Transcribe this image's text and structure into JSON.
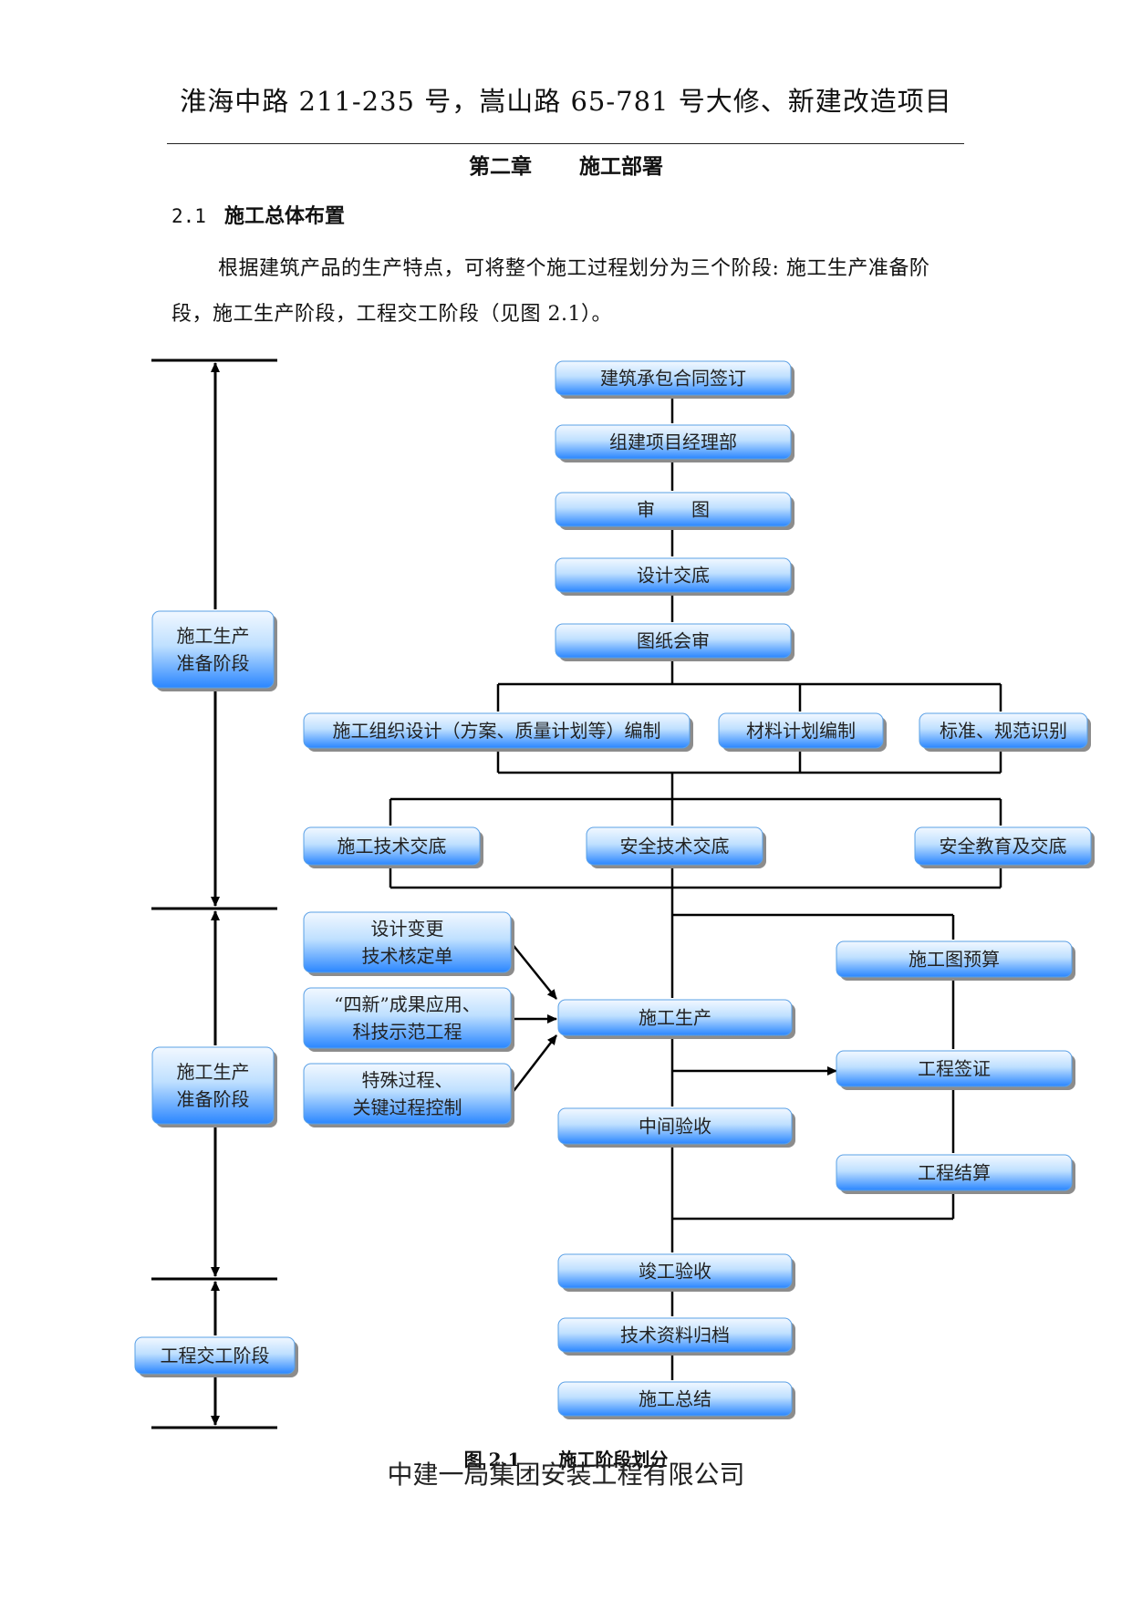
{
  "header": {
    "title": "淮海中路 211-235 号，嵩山路 65-781 号大修、新建改造项目"
  },
  "chapter": {
    "number": "第二章",
    "title": "施工部署"
  },
  "section": {
    "number": "2.1",
    "title": "施工总体布置"
  },
  "paragraph": "根据建筑产品的生产特点，可将整个施工过程划分为三个阶段: 施工生产准备阶段，施工生产阶段，工程交工阶段（见图 2.1）。",
  "diagram": {
    "phases": [
      {
        "id": "phase1",
        "lines": [
          "施工生产",
          "准备阶段"
        ]
      },
      {
        "id": "phase2",
        "lines": [
          "施工生产",
          "准备阶段"
        ]
      },
      {
        "id": "phase3",
        "lines": [
          "工程交工阶段"
        ]
      }
    ],
    "nodes": {
      "contract": "建筑承包合同签订",
      "pm": "组建项目经理部",
      "review": "审　　图",
      "design_brief": "设计交底",
      "drawing_review": "图纸会审",
      "org_design": "施工组织设计（方案、质量计划等）编制",
      "material_plan": "材料计划编制",
      "standards": "标准、规范识别",
      "tech_brief": "施工技术交底",
      "safety_tech": "安全技术交底",
      "safety_edu": "安全教育及交底",
      "design_change": [
        "设计变更",
        "技术核定单"
      ],
      "four_new": [
        "“四新”成果应用、",
        "科技示范工程"
      ],
      "special_process": [
        "特殊过程、",
        "关键过程控制"
      ],
      "production": "施工生产",
      "mid_accept": "中间验收",
      "budget": "施工图预算",
      "visa": "工程签证",
      "settlement": "工程结算",
      "completion": "竣工验收",
      "archive": "技术资料归档",
      "summary": "施工总结"
    }
  },
  "caption": {
    "number": "图 2.1",
    "title": "施工阶段划分"
  },
  "footer": "中建一局集团安装工程有限公司",
  "colors": {
    "box_top": "#eaf4ff",
    "box_bottom": "#2e8bff",
    "line": "#000000"
  }
}
